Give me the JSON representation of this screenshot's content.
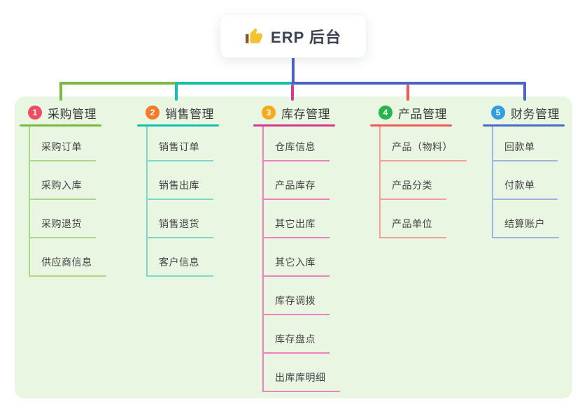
{
  "root": {
    "icon": "thumbs-up-icon",
    "label": "ERP 后台"
  },
  "colors": {
    "trunk": "#4a62c5",
    "panel_background": "#e8f6e2",
    "root_text": "#3b4252",
    "thumb_yellow": "#f2c230",
    "thumb_cuff": "#8d5524"
  },
  "branches": [
    {
      "number": "1",
      "title": "采购管理",
      "colors": {
        "badge": "#ee4e63",
        "line": "#7cb93f",
        "child_line": "#aed688"
      },
      "children": [
        "采购订单",
        "采购入库",
        "采购退货",
        "供应商信息"
      ]
    },
    {
      "number": "2",
      "title": "销售管理",
      "colors": {
        "badge": "#f57b2c",
        "line": "#14bfae",
        "child_line": "#7fd6cc"
      },
      "children": [
        "销售订单",
        "销售出库",
        "销售退货",
        "客户信息"
      ]
    },
    {
      "number": "3",
      "title": "库存管理",
      "colors": {
        "badge": "#f8a91c",
        "line": "#d53a92",
        "child_line": "#ee82c0"
      },
      "children": [
        "仓库信息",
        "产品库存",
        "其它出库",
        "其它入库",
        "库存调拨",
        "库存盘点",
        "出库库明细"
      ]
    },
    {
      "number": "4",
      "title": "产品管理",
      "colors": {
        "badge": "#28b34c",
        "line": "#f05a56",
        "child_line": "#f6a09b"
      },
      "children": [
        "产品（物料）",
        "产品分类",
        "产品单位"
      ]
    },
    {
      "number": "5",
      "title": "财务管理",
      "colors": {
        "badge": "#2f9ee2",
        "line": "#4a68c8",
        "child_line": "#9fb3dc"
      },
      "children": [
        "回款单",
        "付款单",
        "结算账户"
      ]
    }
  ]
}
